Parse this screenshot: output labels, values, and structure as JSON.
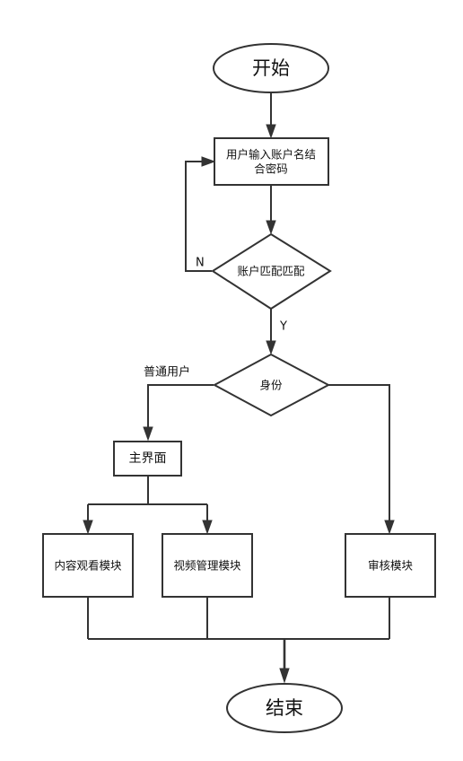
{
  "nodes": {
    "start": "开始",
    "input_line1": "用户输入账户名结",
    "input_line2": "合密码",
    "match": "账户匹配匹配",
    "identity": "身份",
    "main_ui": "主界面",
    "content_module": "内容观看模块",
    "video_module": "视频管理模块",
    "review_module": "审核模块",
    "end": "结束"
  },
  "edges": {
    "no": "N",
    "yes": "Y",
    "normal_user": "普通用户"
  }
}
